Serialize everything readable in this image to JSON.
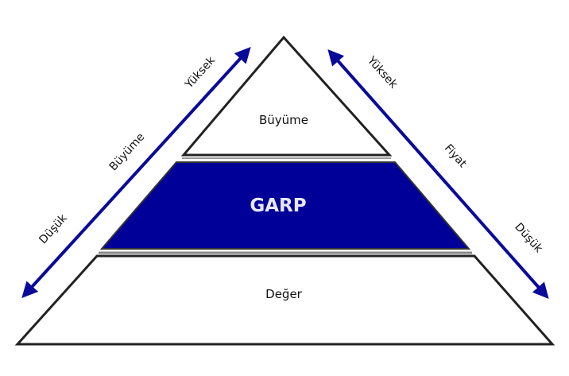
{
  "tiers": {
    "top": "Büyüme",
    "middle": "GARP",
    "bottom": "Değer"
  },
  "left_axis": {
    "low": "Düşük",
    "name": "Büyüme",
    "high": "Yüksek"
  },
  "right_axis": {
    "high": "Yüksek",
    "name": "Fiyat",
    "low": "Düşük"
  },
  "colors": {
    "band": "#000099",
    "arrow": "#0a0a9a"
  }
}
